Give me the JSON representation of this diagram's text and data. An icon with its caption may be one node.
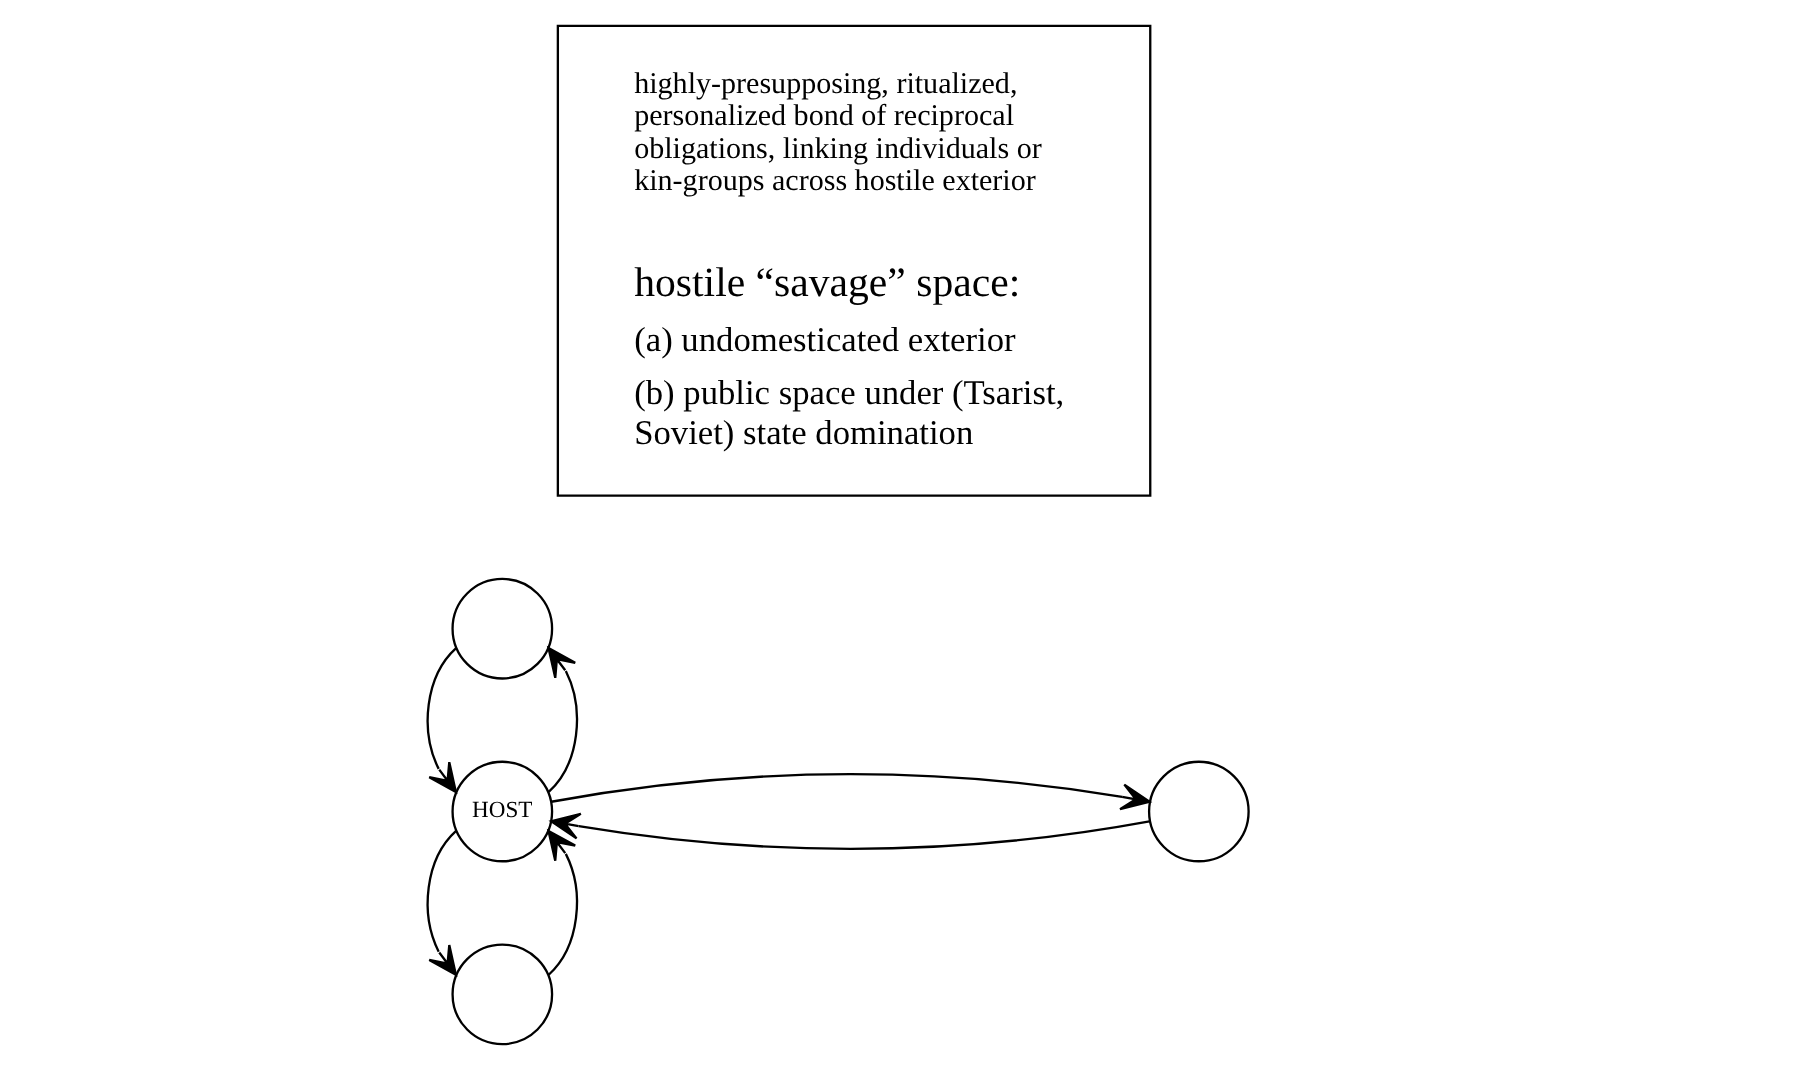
{
  "diagram": {
    "nodes": [
      {
        "text": [
          "highly-presupposing, ritualized, personalized bond of reciprocal obligations, linking individuals or kin-groups across hostile exterior",
          "hostile “savage” space:",
          "(a) undomesticated exterior",
          "(b) public space under (Tsarist, Soviet) state domination"
        ]
      },
      {
        "text": [
          "HOST"
        ]
      },
      {
        "text": [],
        "shape": "circle"
      },
      {
        "text": [],
        "shape": "circle"
      },
      {
        "text": [],
        "shape": "circle"
      }
    ],
    "edges": [
      {
        "from": 2,
        "to": 1,
        "arrow": "to"
      },
      {
        "from": 1,
        "to": 2,
        "arrow": "to"
      },
      {
        "from": 1,
        "to": 3,
        "arrow": "to"
      },
      {
        "from": 3,
        "to": 1,
        "arrow": "to"
      },
      {
        "from": 4,
        "to": 1,
        "arrow": "to"
      },
      {
        "from": 1,
        "to": 4,
        "arrow": "to"
      }
    ]
  }
}
